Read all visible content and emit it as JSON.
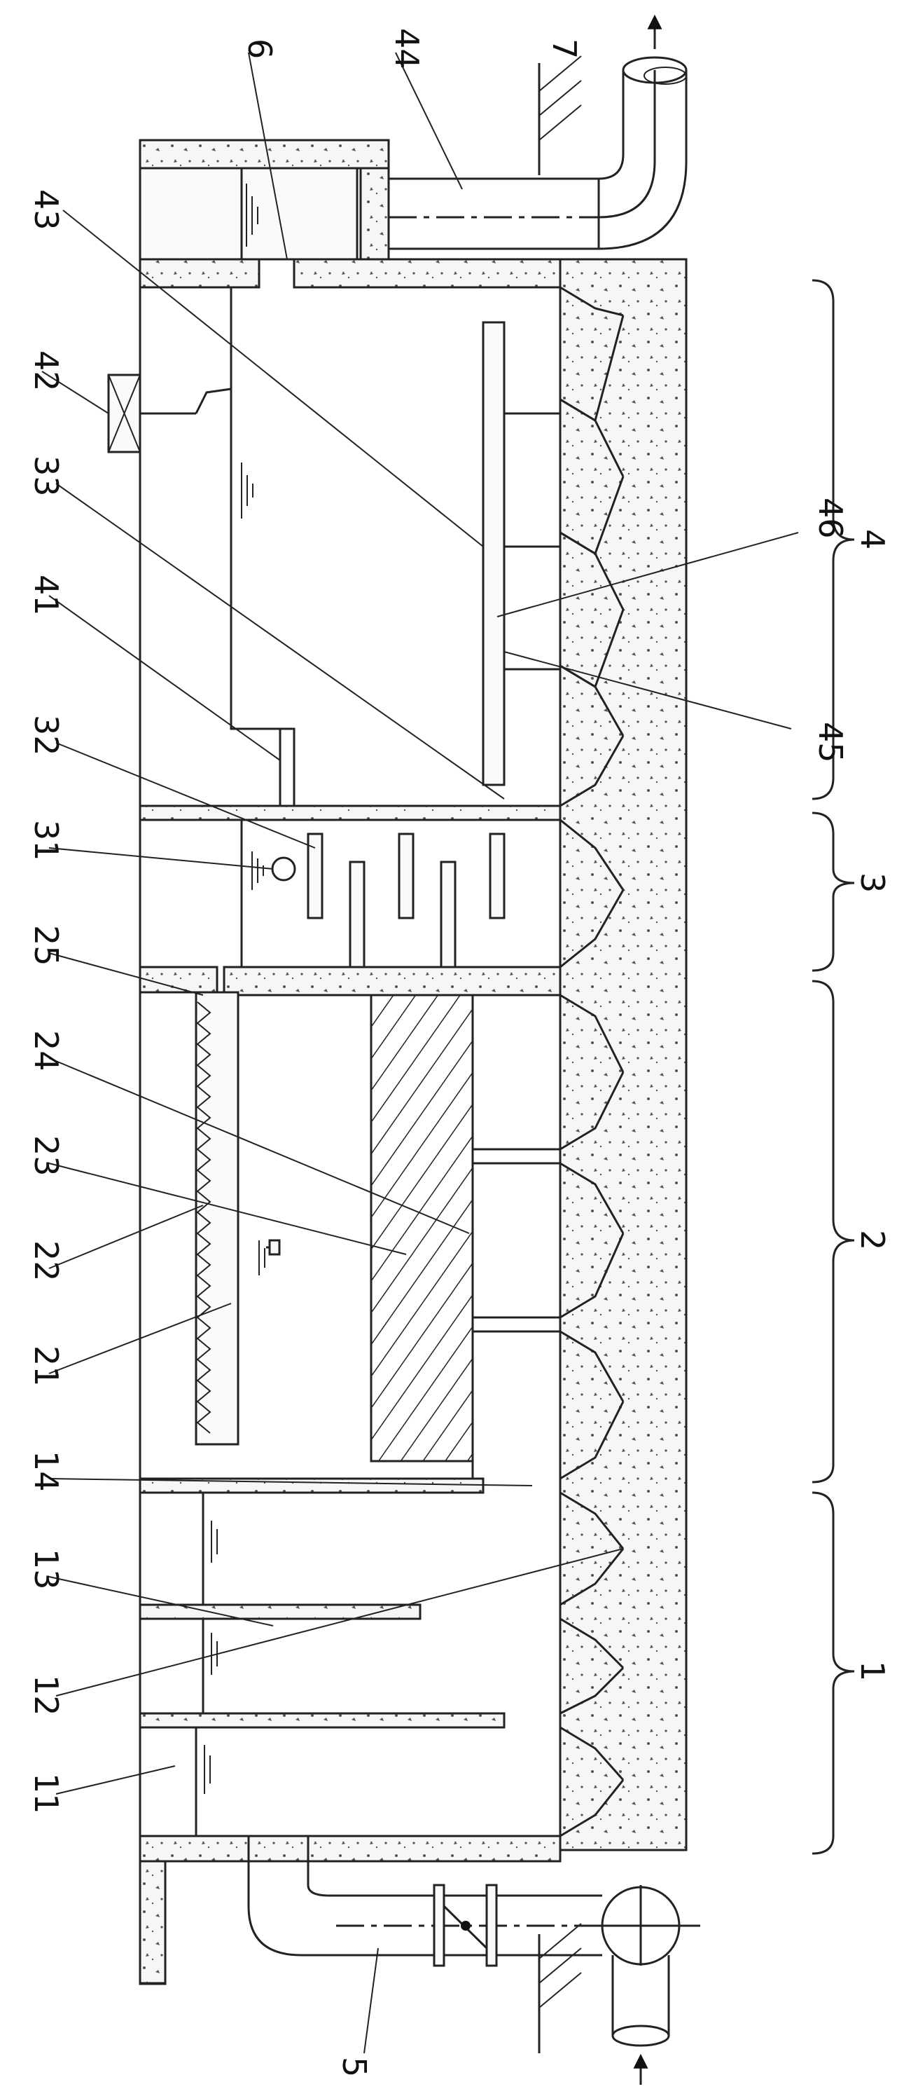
{
  "figure": {
    "component_labels": [
      "6",
      "44",
      "7",
      "43",
      "42",
      "33",
      "41",
      "32",
      "31",
      "25",
      "24",
      "23",
      "22",
      "21",
      "14",
      "13",
      "12",
      "11",
      "5",
      "46",
      "45"
    ],
    "section_labels": [
      "1",
      "2",
      "3",
      "4"
    ]
  }
}
